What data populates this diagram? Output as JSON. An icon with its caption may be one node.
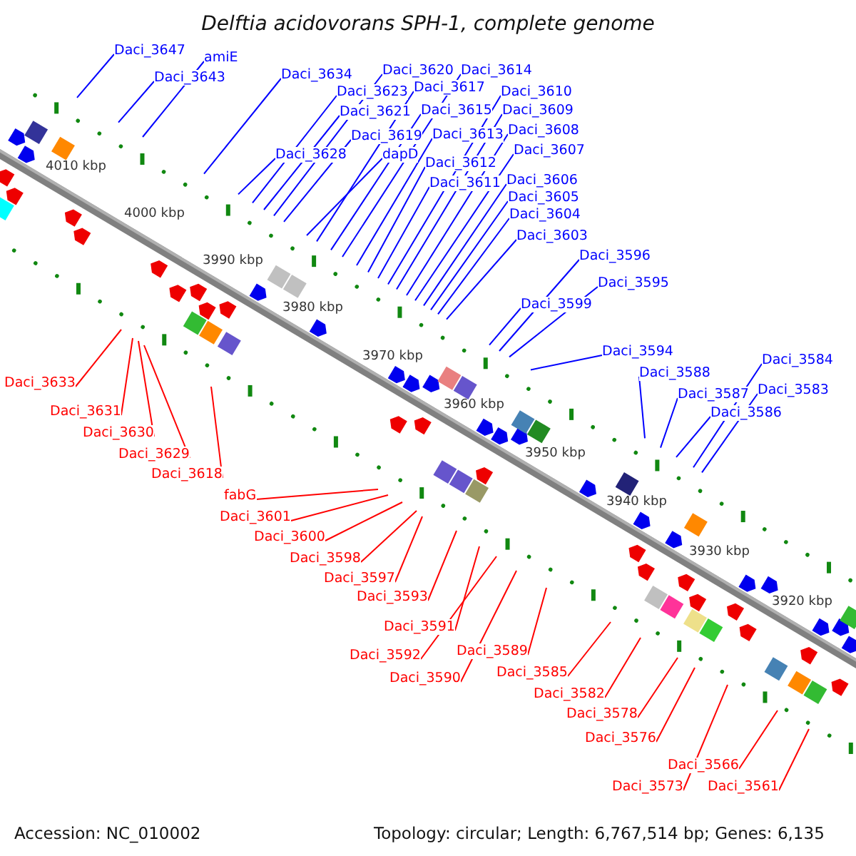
{
  "diagram": {
    "title": "Delftia acidovorans SPH-1, complete genome",
    "nodes": [
      {
        "text": [
          "Daci_3647"
        ]
      },
      {
        "text": [
          "Daci_3620"
        ]
      },
      {
        "text": [
          "Daci_3614"
        ]
      },
      {
        "text": [
          "amiE"
        ]
      },
      {
        "text": [
          "Daci_3634"
        ]
      },
      {
        "text": [
          "Daci_3643"
        ]
      },
      {
        "text": [
          "Daci_3617"
        ]
      },
      {
        "text": [
          "Daci_3610"
        ]
      },
      {
        "text": [
          "Daci_3623"
        ]
      },
      {
        "text": [
          "Daci_3621"
        ]
      },
      {
        "text": [
          "Daci_3615"
        ]
      },
      {
        "text": [
          "Daci_3609"
        ]
      },
      {
        "text": [
          "Daci_3608"
        ]
      },
      {
        "text": [
          "Daci_3613"
        ]
      },
      {
        "text": [
          "Daci_3619"
        ]
      },
      {
        "text": [
          "Daci_3628"
        ]
      },
      {
        "text": [
          "dapD"
        ]
      },
      {
        "text": [
          "Daci_3607"
        ]
      },
      {
        "text": [
          "Daci_3612"
        ]
      },
      {
        "text": [
          "Daci_3606"
        ]
      },
      {
        "text": [
          "Daci_3611"
        ]
      },
      {
        "text": [
          "Daci_3605"
        ]
      },
      {
        "text": [
          "Daci_3604"
        ]
      },
      {
        "text": [
          "Daci_3603"
        ]
      },
      {
        "text": [
          "Daci_3596"
        ]
      },
      {
        "text": [
          "Daci_3595"
        ]
      },
      {
        "text": [
          "Daci_3599"
        ]
      },
      {
        "text": [
          "Daci_3594"
        ]
      },
      {
        "text": [
          "Daci_3584"
        ]
      },
      {
        "text": [
          "Daci_3588"
        ]
      },
      {
        "text": [
          "Daci_3583"
        ]
      },
      {
        "text": [
          "Daci_3587"
        ]
      },
      {
        "text": [
          "Daci_3586"
        ]
      },
      {
        "text": [
          "Daci_3633"
        ]
      },
      {
        "text": [
          "Daci_3631"
        ]
      },
      {
        "text": [
          "Daci_3630"
        ]
      },
      {
        "text": [
          "Daci_3629"
        ]
      },
      {
        "text": [
          "Daci_3618"
        ]
      },
      {
        "text": [
          "fabG"
        ]
      },
      {
        "text": [
          "Daci_3601"
        ]
      },
      {
        "text": [
          "Daci_3600"
        ]
      },
      {
        "text": [
          "Daci_3598"
        ]
      },
      {
        "text": [
          "Daci_3597"
        ]
      },
      {
        "text": [
          "Daci_3593"
        ]
      },
      {
        "text": [
          "Daci_3591"
        ]
      },
      {
        "text": [
          "Daci_3589"
        ]
      },
      {
        "text": [
          "Daci_3592"
        ]
      },
      {
        "text": [
          "Daci_3585"
        ]
      },
      {
        "text": [
          "Daci_3590"
        ]
      },
      {
        "text": [
          "Daci_3582"
        ]
      },
      {
        "text": [
          "Daci_3578"
        ]
      },
      {
        "text": [
          "Daci_3576"
        ]
      },
      {
        "text": [
          "Daci_3566"
        ]
      },
      {
        "text": [
          "Daci_3573"
        ]
      },
      {
        "text": [
          "Daci_3561"
        ]
      }
    ],
    "edges": [
      {
        "from": 0,
        "to": null,
        "arrow": "none"
      },
      {
        "from": 1,
        "to": null,
        "arrow": "none"
      },
      {
        "from": 2,
        "to": null,
        "arrow": "none"
      },
      {
        "from": 3,
        "to": null,
        "arrow": "none"
      },
      {
        "from": 4,
        "to": null,
        "arrow": "none"
      },
      {
        "from": 5,
        "to": null,
        "arrow": "none"
      },
      {
        "from": 6,
        "to": null,
        "arrow": "none"
      },
      {
        "from": 7,
        "to": null,
        "arrow": "none"
      },
      {
        "from": 8,
        "to": null,
        "arrow": "none"
      },
      {
        "from": 9,
        "to": null,
        "arrow": "none"
      },
      {
        "from": 10,
        "to": null,
        "arrow": "none"
      },
      {
        "from": 11,
        "to": null,
        "arrow": "none"
      },
      {
        "from": 12,
        "to": null,
        "arrow": "none"
      },
      {
        "from": 13,
        "to": null,
        "arrow": "none"
      },
      {
        "from": 14,
        "to": null,
        "arrow": "none"
      },
      {
        "from": 15,
        "to": null,
        "arrow": "none"
      },
      {
        "from": 16,
        "to": null,
        "arrow": "none"
      },
      {
        "from": 17,
        "to": null,
        "arrow": "none"
      },
      {
        "from": 18,
        "to": null,
        "arrow": "none"
      },
      {
        "from": 19,
        "to": null,
        "arrow": "none"
      },
      {
        "from": 20,
        "to": null,
        "arrow": "none"
      },
      {
        "from": 21,
        "to": null,
        "arrow": "none"
      },
      {
        "from": 22,
        "to": null,
        "arrow": "none"
      },
      {
        "from": 23,
        "to": null,
        "arrow": "none"
      },
      {
        "from": 24,
        "to": null,
        "arrow": "none"
      },
      {
        "from": 25,
        "to": null,
        "arrow": "none"
      },
      {
        "from": 26,
        "to": null,
        "arrow": "none"
      },
      {
        "from": 27,
        "to": null,
        "arrow": "none"
      },
      {
        "from": 28,
        "to": null,
        "arrow": "none"
      },
      {
        "from": 29,
        "to": null,
        "arrow": "none"
      },
      {
        "from": 30,
        "to": null,
        "arrow": "none"
      },
      {
        "from": 31,
        "to": null,
        "arrow": "none"
      },
      {
        "from": 32,
        "to": null,
        "arrow": "none"
      },
      {
        "from": 33,
        "to": null,
        "arrow": "none",
        "color": "#ff0000"
      },
      {
        "from": 34,
        "to": null,
        "arrow": "none",
        "color": "#ff0000"
      },
      {
        "from": 35,
        "to": null,
        "arrow": "none",
        "color": "#ff0000"
      },
      {
        "from": 36,
        "to": null,
        "arrow": "none",
        "color": "#ff0000"
      },
      {
        "from": 37,
        "to": null,
        "arrow": "none",
        "color": "#ff0000"
      },
      {
        "from": 38,
        "to": null,
        "arrow": "none",
        "color": "#ff0000"
      },
      {
        "from": 39,
        "to": null,
        "arrow": "none",
        "color": "#ff0000"
      },
      {
        "from": 40,
        "to": null,
        "arrow": "none",
        "color": "#ff0000"
      },
      {
        "from": 41,
        "to": null,
        "arrow": "none",
        "color": "#ff0000"
      },
      {
        "from": 42,
        "to": null,
        "arrow": "none",
        "color": "#ff0000"
      },
      {
        "from": 43,
        "to": null,
        "arrow": "none",
        "color": "#ff0000"
      },
      {
        "from": 44,
        "to": null,
        "arrow": "none",
        "color": "#ff0000"
      },
      {
        "from": 45,
        "to": null,
        "arrow": "none",
        "color": "#ff0000"
      },
      {
        "from": 46,
        "to": null,
        "arrow": "none",
        "color": "#ff0000"
      },
      {
        "from": 47,
        "to": null,
        "arrow": "none",
        "color": "#ff0000"
      },
      {
        "from": 48,
        "to": null,
        "arrow": "none",
        "color": "#ff0000"
      },
      {
        "from": 49,
        "to": null,
        "arrow": "none",
        "color": "#ff0000"
      },
      {
        "from": 50,
        "to": null,
        "arrow": "none",
        "color": "#ff0000"
      },
      {
        "from": 51,
        "to": null,
        "arrow": "none",
        "color": "#ff0000"
      },
      {
        "from": 52,
        "to": null,
        "arrow": "none",
        "color": "#ff0000"
      },
      {
        "from": 53,
        "to": null,
        "arrow": "none",
        "color": "#ff0000"
      },
      {
        "from": 54,
        "to": null,
        "arrow": "none",
        "color": "#ff0000"
      }
    ],
    "labels": [
      "4010 kbp",
      "4000 kbp",
      "3990 kbp",
      "3980 kbp",
      "3970 kbp",
      "3960 kbp",
      "3950 kbp",
      "3940 kbp",
      "3930 kbp",
      "3920 kbp",
      "Accession: NC_010002",
      "Topology: circular; Length: 6,767,514 bp; Genes: 6,135"
    ]
  }
}
